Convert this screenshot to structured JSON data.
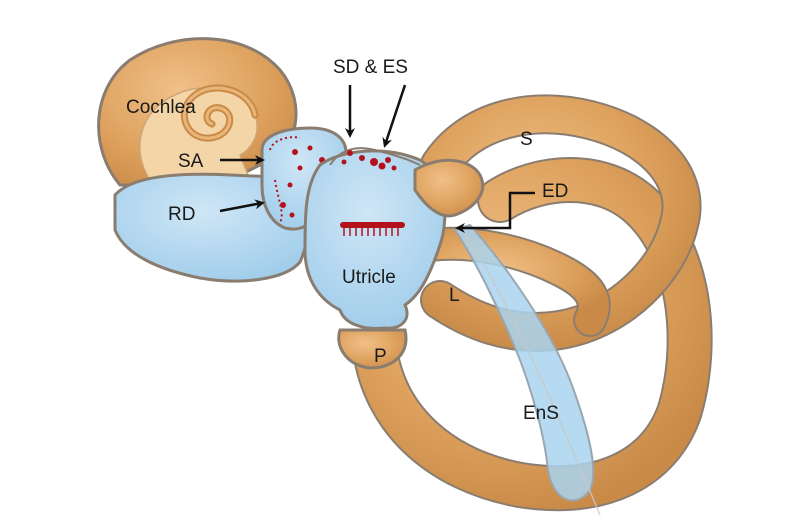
{
  "labels": {
    "cochlea": "Cochlea",
    "sa": "SA",
    "rd": "RD",
    "sd_es": "SD & ES",
    "s": "S",
    "ed": "ED",
    "utricle": "Utricle",
    "l": "L",
    "p": "P",
    "ens": "EnS"
  },
  "colors": {
    "bone_tan": "#dea25e",
    "tan_dark": "#c98a48",
    "outline": "#8a7d70",
    "fluid_blue": "#a9d3ee",
    "fluid_blue_light": "#cfe6f6",
    "pale_tan": "#f4d5a8",
    "hair_red": "#b3121c",
    "arrow": "#111111"
  }
}
